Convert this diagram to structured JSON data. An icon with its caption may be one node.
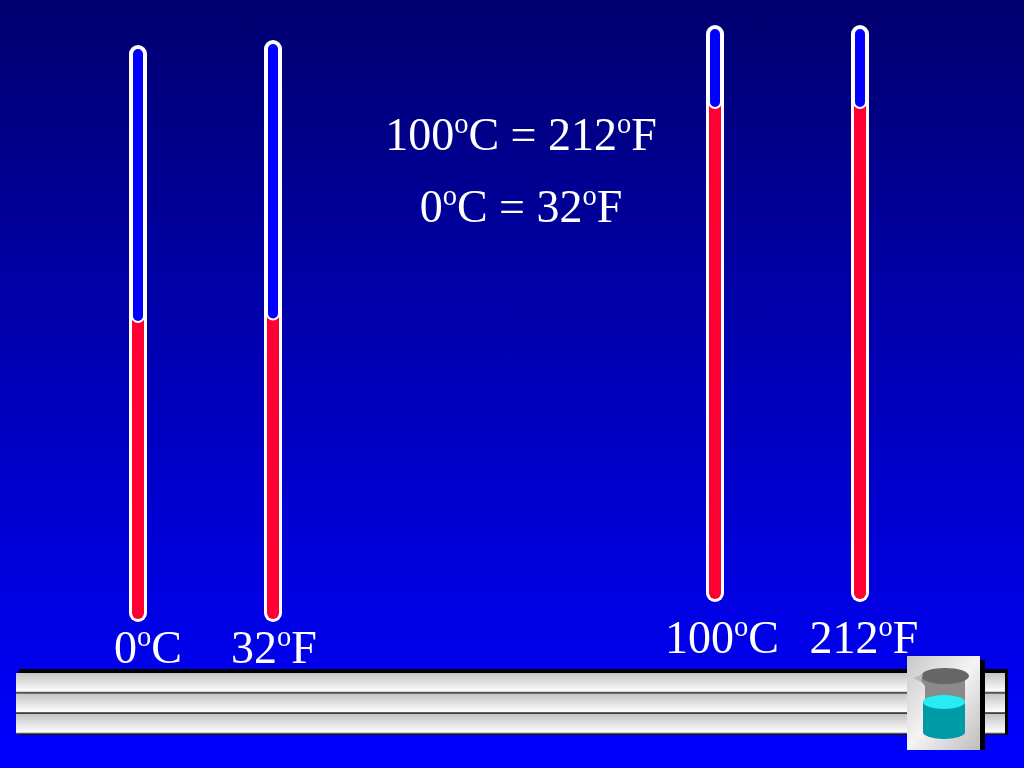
{
  "diagram": {
    "nodes": [
      {
        "text": [],
        "shape": "thermometer",
        "beside": [
          "0$^{o}$C"
        ]
      },
      {
        "text": [],
        "shape": "thermometer",
        "beside": [
          "32$^{o}$F"
        ]
      },
      {
        "text": [],
        "shape": "thermometer",
        "beside": [
          "100$^{o}$C"
        ]
      },
      {
        "text": [],
        "shape": "thermometer",
        "beside": [
          "212$^{o}$F"
        ]
      }
    ],
    "labels": [
      "100$^{o}$C = 212$^{o}$F",
      "0$^{o}$C = 32$^{o}$F"
    ]
  }
}
